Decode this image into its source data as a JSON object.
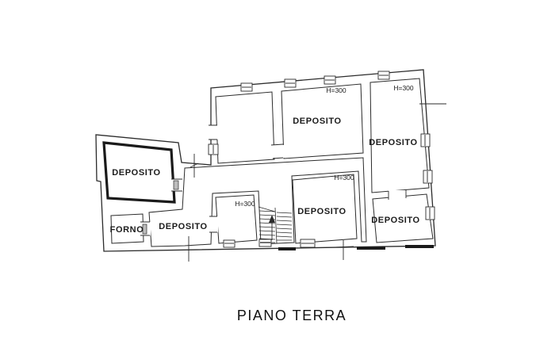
{
  "title": "PIANO TERRA",
  "plan": {
    "drawing_type": "floor-plan",
    "floor_name": "PIANO TERRA",
    "rooms": [
      {
        "name": "deposito-left",
        "label": "DEPOSITO"
      },
      {
        "name": "forno",
        "label": "FORNO"
      },
      {
        "name": "deposito-corridor",
        "label": "DEPOSITO"
      },
      {
        "name": "deposito-top-center",
        "label": "DEPOSITO",
        "height_note": "H=300"
      },
      {
        "name": "deposito-right",
        "label": "DEPOSITO",
        "height_note": "H=300"
      },
      {
        "name": "deposito-bottom-center",
        "label": "DEPOSITO",
        "height_note": "H=300"
      },
      {
        "name": "deposito-bottom-right",
        "label": "DEPOSITO"
      },
      {
        "name": "small-room",
        "label": "",
        "height_note": "H=300"
      }
    ],
    "colors": {
      "line": "#2b2b2b",
      "background": "#ffffff",
      "glazing": "#9a9a9a"
    }
  }
}
